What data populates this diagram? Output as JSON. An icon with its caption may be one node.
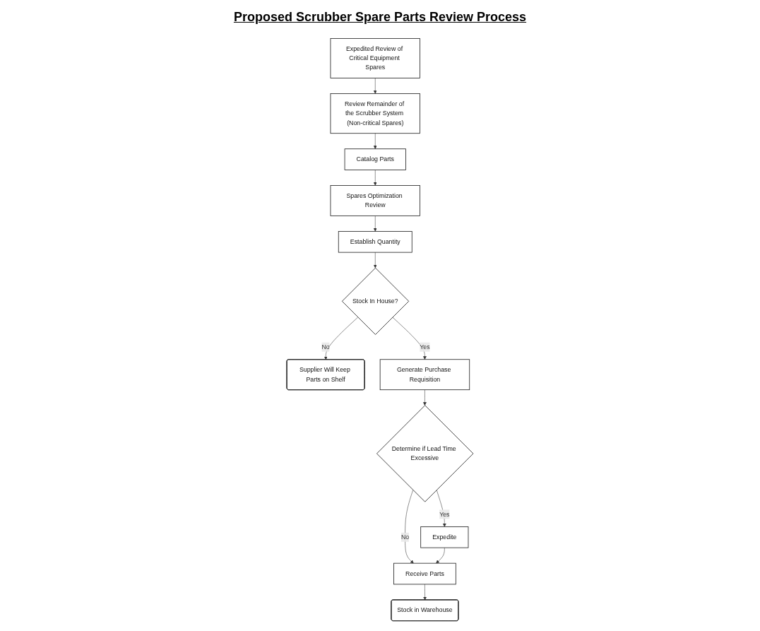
{
  "diagram": {
    "title": "Proposed Scrubber Spare Parts Review Process",
    "nodes": [
      {
        "text": [
          "Expedited Review of Critical Equipment Spares"
        ]
      },
      {
        "text": [
          "Review Remainder of the Scrubber System (Non-critical Spares)"
        ]
      },
      {
        "text": [
          "Catalog Parts"
        ]
      },
      {
        "text": [
          "Spares Optimization Review"
        ]
      },
      {
        "text": [
          "Establish Quantity"
        ]
      },
      {
        "text": [
          "Stock In House?"
        ]
      },
      {
        "text": [
          "Supplier Will Keep Parts on Shelf"
        ]
      },
      {
        "text": [
          "Generate Purchase Requisition"
        ]
      },
      {
        "text": [
          "Determine if Lead Time Excessive"
        ]
      },
      {
        "text": [
          "Expedite"
        ]
      },
      {
        "text": [
          "Receive Parts"
        ]
      },
      {
        "text": [
          "Stock in Warehouse"
        ]
      }
    ],
    "edges": [
      {
        "from": 0,
        "to": 1,
        "arrow": "to"
      },
      {
        "from": 1,
        "to": 2,
        "arrow": "to"
      },
      {
        "from": 2,
        "to": 3,
        "arrow": "to"
      },
      {
        "from": 3,
        "to": 4,
        "arrow": "to"
      },
      {
        "from": 4,
        "to": 5,
        "arrow": "to"
      },
      {
        "from": 5,
        "to": 6,
        "arrow": "to",
        "label": "No"
      },
      {
        "from": 5,
        "to": 7,
        "arrow": "to",
        "label": "Yes"
      },
      {
        "from": 7,
        "to": 8,
        "arrow": "to"
      },
      {
        "from": 8,
        "to": 9,
        "arrow": "to",
        "label": "Yes"
      },
      {
        "from": 8,
        "to": 10,
        "arrow": "to",
        "label": "No"
      },
      {
        "from": 9,
        "to": 10,
        "arrow": "to"
      },
      {
        "from": 10,
        "to": 11,
        "arrow": "to"
      }
    ]
  }
}
